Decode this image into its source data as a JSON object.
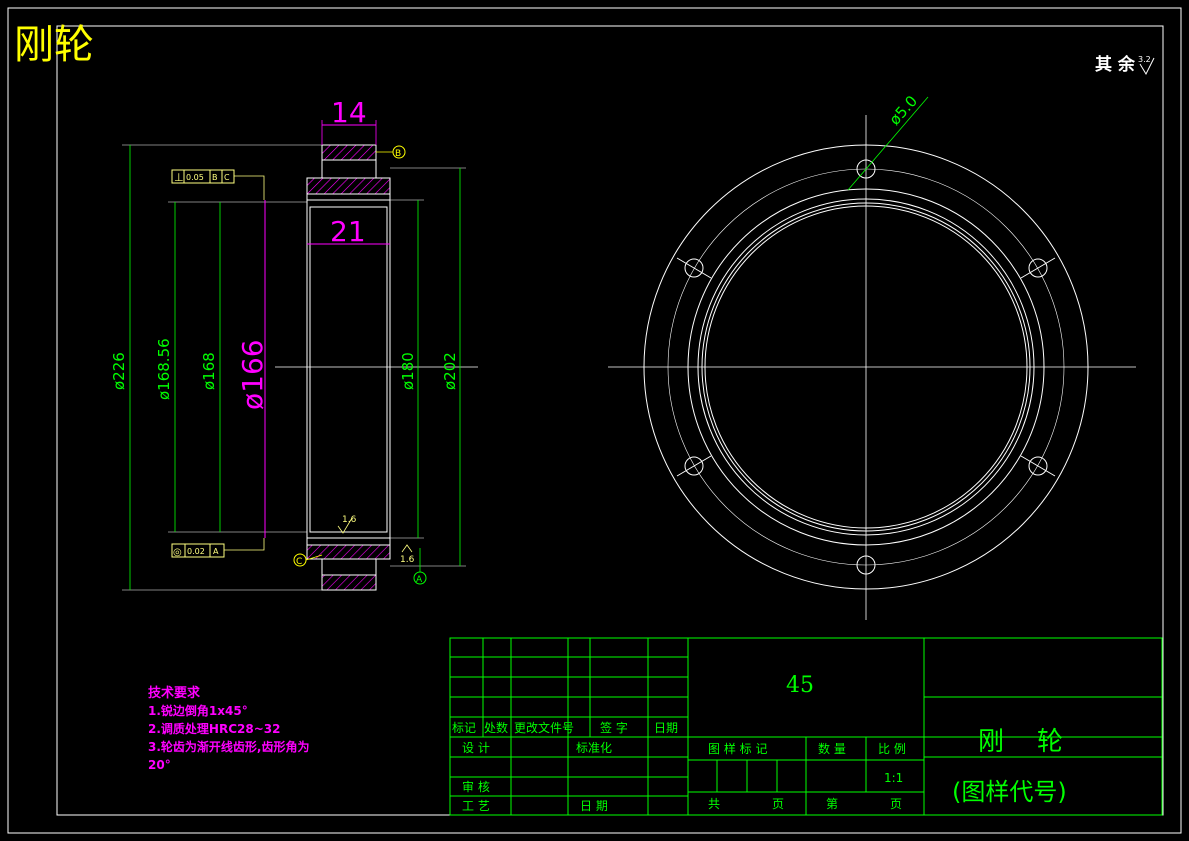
{
  "title": "刚轮",
  "roughness_note": "其 余",
  "roughness_value": "3.2",
  "dimensions": {
    "width_14": "14",
    "width_21": "21",
    "d226": "ø226",
    "d168_56": "ø168.56",
    "d168": "ø168",
    "d166": "ø166",
    "d180": "ø180",
    "d202": "ø202",
    "d5": "ø5.0"
  },
  "tolerance_perp": {
    "symbol": "⊥",
    "value": "0.05",
    "ref1": "B",
    "ref2": "C"
  },
  "tolerance_conc": {
    "symbol": "◎",
    "value": "0.02",
    "ref1": "A"
  },
  "datums": {
    "a": "A",
    "b": "B",
    "c": "C"
  },
  "surface_marks": {
    "inner": "1.6",
    "side": "1.6"
  },
  "tech_requirements": {
    "heading": "技术要求",
    "items": [
      "1.锐边倒角1x45°",
      "2.调质处理HRC28~32",
      "3.轮齿为渐开线齿形,齿形角为",
      "20°"
    ]
  },
  "title_block": {
    "material": "45",
    "part_name": "刚    轮",
    "drawing_code": "(图样代号)",
    "rev_headers": [
      "标记",
      "处数",
      "更改文件号",
      "签 字",
      "日期"
    ],
    "design": "设 计",
    "standardize": "标准化",
    "check": "审 核",
    "process": "工 艺",
    "date": "日 期",
    "stage_mark": "图 样 标 记",
    "quantity": "数 量",
    "scale_label": "比 例",
    "scale_value": "1:1",
    "total": "共",
    "sheet": "页",
    "number": "第",
    "sheet2": "页"
  },
  "colors": {
    "frame": "#ffffff",
    "dimension": "#00ff00",
    "magenta": "#ff00ff",
    "yellow": "#ffff00",
    "tolerance": "#ffff80"
  }
}
